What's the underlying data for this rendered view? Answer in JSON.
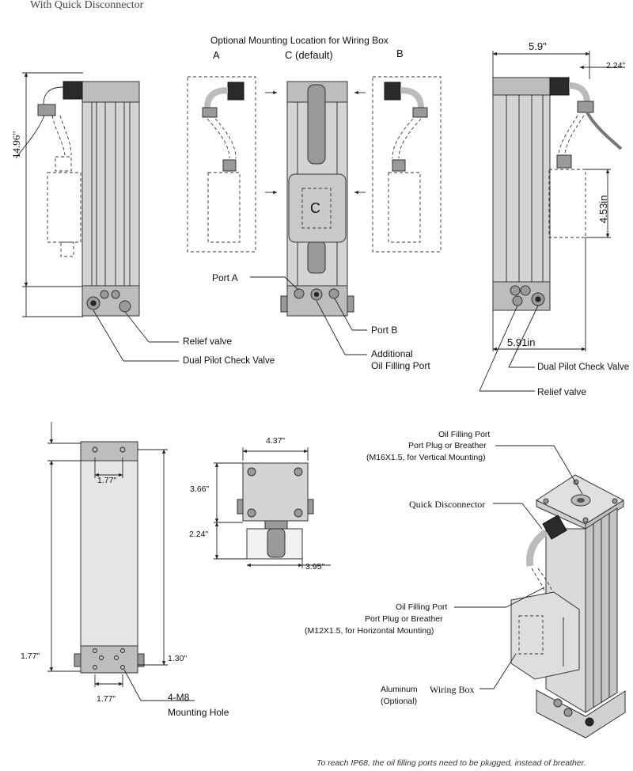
{
  "header": {
    "text": "With Quick Disconnector"
  },
  "top_center": {
    "title": "Optional Mounting Location for Wiring Box",
    "option_a": "A",
    "option_c": "C (default)",
    "option_b": "B",
    "box_letter": "C",
    "port_a": "Port A",
    "port_b": "Port B",
    "additional_port_line1": "Additional",
    "additional_port_line2": "Oil Filling Port"
  },
  "top_left": {
    "height_dim": "14.96\"",
    "relief_valve": "Relief valve",
    "dual_pilot": "Dual Pilot Check Valve"
  },
  "top_right": {
    "width_dim": "5.9\"",
    "offset_dim": "2.24\"",
    "box_height_dim": "4.53in",
    "depth_dim": "5.91in",
    "dual_pilot": "Dual Pilot Check Valve",
    "relief_valve": "Relief valve"
  },
  "bottom_left": {
    "top_spacing": "1.77\"",
    "left_bottom": "1.77\"",
    "right_bottom": "1.30\"",
    "bottom_spacing": "1.77\"",
    "hole_spec": "4-M8",
    "hole_label": "Mounting Hole"
  },
  "bottom_center": {
    "width_dim": "4.37\"",
    "height_dim": "3.66\"",
    "lower_dim": "2.24\"",
    "base_dim": "3.95\""
  },
  "bottom_right": {
    "top_port_line1": "Oil Filling Port",
    "top_port_line2": "Port Plug or Breather",
    "top_port_line3": "(M16X1.5, for Vertical Mounting)",
    "quick_disconnector": "Quick Disconnector",
    "side_port_line1": "Oil Filling Port",
    "side_port_line2": "Port Plug or Breather",
    "side_port_line3": "(M12X1.5, for Horizontal Mounting)",
    "wiring_box_line1a": "Aluminum",
    "wiring_box_line1b": "Wiring Box",
    "wiring_box_line2": "(Optional)"
  },
  "footer": {
    "note": "To reach IP68, the oil filling ports need to be plugged, instead of breather."
  }
}
